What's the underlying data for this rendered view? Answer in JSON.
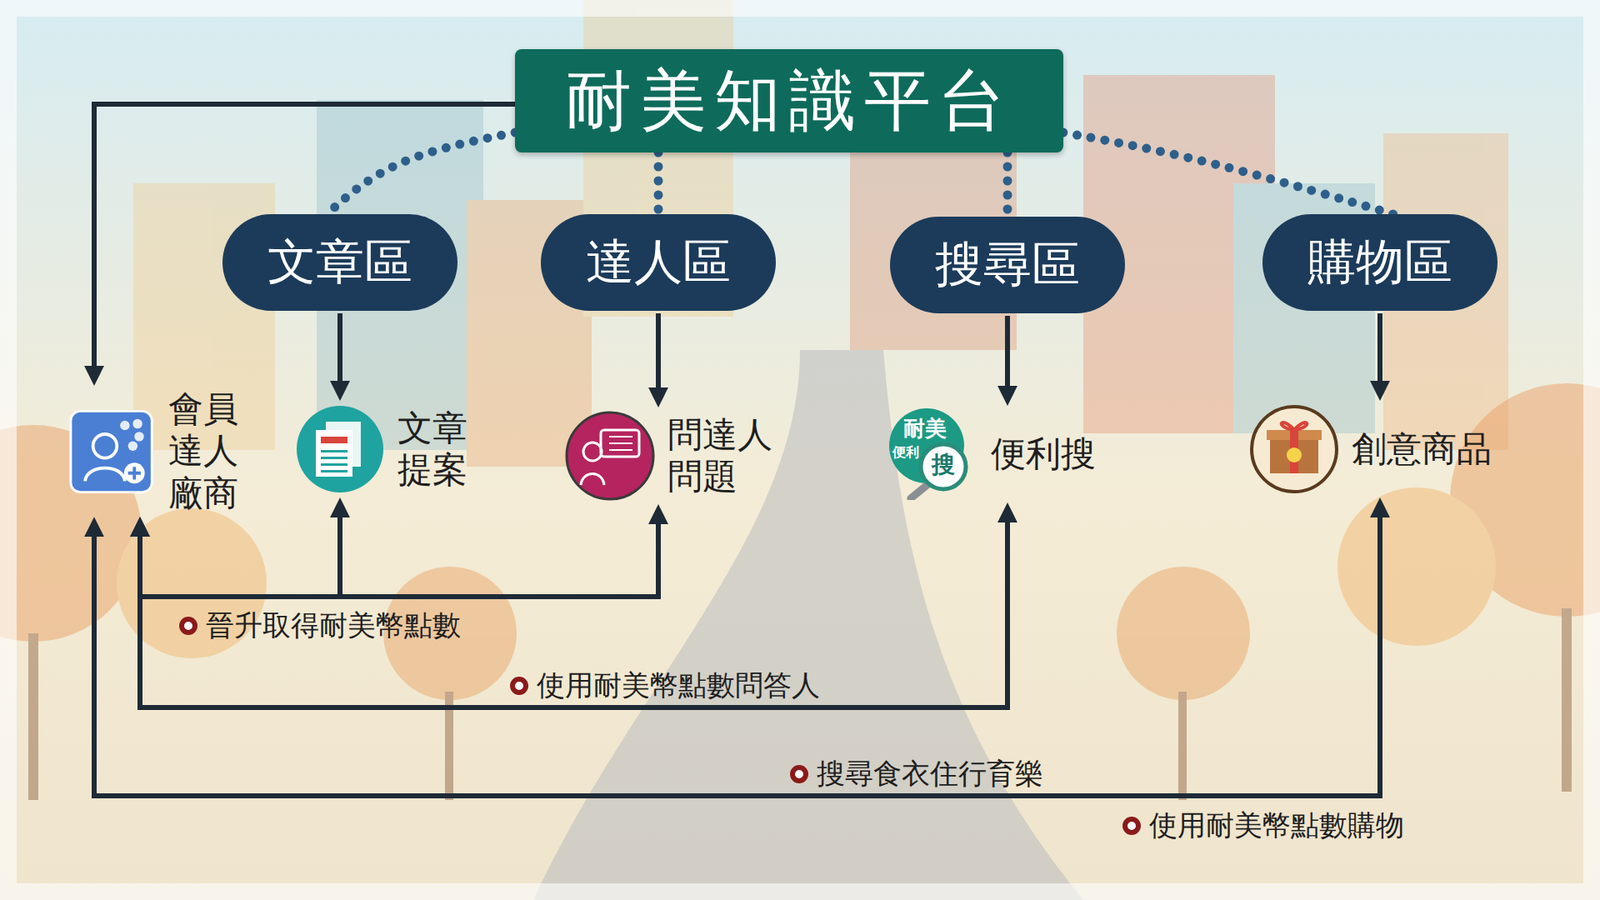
{
  "diagram": {
    "nodes": [
      {
        "text": [
          "耐美知識平台"
        ]
      },
      {
        "text": [
          "文章區"
        ]
      },
      {
        "text": [
          "達人區"
        ]
      },
      {
        "text": [
          "搜尋區"
        ]
      },
      {
        "text": [
          "購物區"
        ]
      },
      {
        "text": [
          "會員 達人 廠商"
        ]
      },
      {
        "text": [
          "文章 提案"
        ]
      },
      {
        "text": [
          "問達人 問題"
        ]
      },
      {
        "text": [
          "便利搜"
        ]
      },
      {
        "text": [
          "創意商品"
        ]
      }
    ],
    "edges": [
      {
        "from": 0,
        "to": 5,
        "arrow": "to"
      },
      {
        "from": 0,
        "to": 1,
        "arrow": "none"
      },
      {
        "from": 0,
        "to": 2,
        "arrow": "none"
      },
      {
        "from": 0,
        "to": 3,
        "arrow": "none"
      },
      {
        "from": 0,
        "to": 4,
        "arrow": "none"
      },
      {
        "from": 1,
        "to": 6,
        "arrow": "to"
      },
      {
        "from": 2,
        "to": 7,
        "arrow": "to"
      },
      {
        "from": 3,
        "to": 8,
        "arrow": "to"
      },
      {
        "from": 4,
        "to": 9,
        "arrow": "to"
      },
      {
        "from": 5,
        "to": 6,
        "label": "晉升取得耐美幣點數",
        "arrow": "both"
      },
      {
        "from": 5,
        "to": 7,
        "arrow": "both"
      },
      {
        "from": 5,
        "to": 8,
        "label": "使用耐美幣點數問答人",
        "arrow": "both"
      },
      {
        "from": 5,
        "to": 9,
        "label": "使用耐美幣點數購物",
        "arrow": "both"
      }
    ],
    "labels": [
      "耐美",
      "便利",
      "搜",
      "搜尋食衣住行育樂"
    ]
  }
}
